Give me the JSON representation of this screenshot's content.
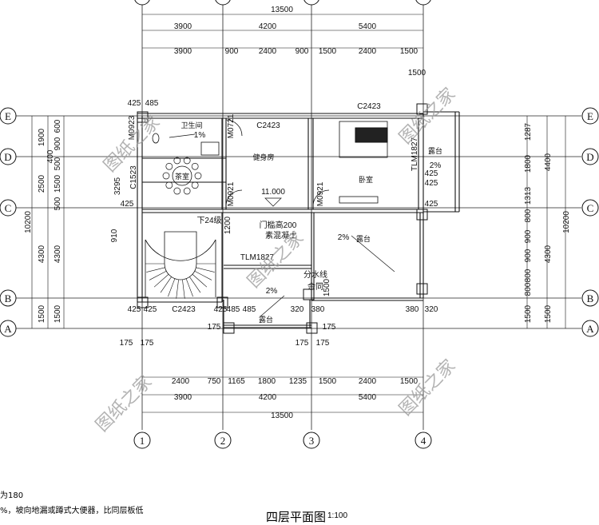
{
  "drawing": {
    "title": "四层平面图",
    "scale": "1:100",
    "notes": [
      "为180",
      "%，坡向地漏或蹲式大便器，比同层板低"
    ],
    "watermark": "图纸之家"
  },
  "axes": {
    "columns": [
      "1",
      "2",
      "3",
      "4"
    ],
    "rows": [
      "A",
      "B",
      "C",
      "D",
      "E"
    ]
  },
  "rooms": [
    "卫生间",
    "茶室",
    "健身房",
    "卧室",
    "露台",
    "露台",
    "露台"
  ],
  "annotations": [
    "C2423",
    "C2423",
    "C2423",
    "M0721",
    "M0921",
    "M0921",
    "C1523",
    "M0923",
    "TLM1827",
    "TLM1827",
    "11.000",
    "下24级",
    "门槛高200",
    "素混凝土",
    "分水线",
    "余同",
    "2%",
    "2%",
    "2%",
    "1%"
  ],
  "dimensions": {
    "top_total": "13500",
    "top_axes": [
      "3900",
      "4200",
      "5400"
    ],
    "top_detail": [
      "3900",
      "900",
      "2400",
      "900",
      "1500",
      "2400",
      "1500"
    ],
    "top_balcony": "1500",
    "bottom_detail": [
      "2400",
      "750",
      "1165",
      "1800",
      "1235",
      "1500",
      "2400",
      "1500"
    ],
    "bottom_axes": [
      "3900",
      "4200",
      "5400"
    ],
    "bottom_total": "13500",
    "left_total": "10200",
    "left_axes": [
      "1900",
      "2500",
      "4300",
      "1500"
    ],
    "left_detail": [
      "600",
      "900",
      "400",
      "500",
      "1500",
      "500",
      "4300",
      "1500"
    ],
    "left_inner": [
      "3295",
      "910"
    ],
    "right_detail": [
      "1287",
      "1800",
      "1313",
      "800",
      "900",
      "900",
      "800",
      "800",
      "1500"
    ],
    "right_axes": [
      "4400",
      "4300",
      "1500"
    ],
    "right_total": "10200",
    "misc": [
      "425",
      "485",
      "425",
      "425",
      "485",
      "425",
      "485",
      "425",
      "1200",
      "1500",
      "320",
      "380",
      "380",
      "320",
      "175",
      "175",
      "175",
      "175",
      "175",
      "175",
      "425",
      "425",
      "425"
    ]
  }
}
